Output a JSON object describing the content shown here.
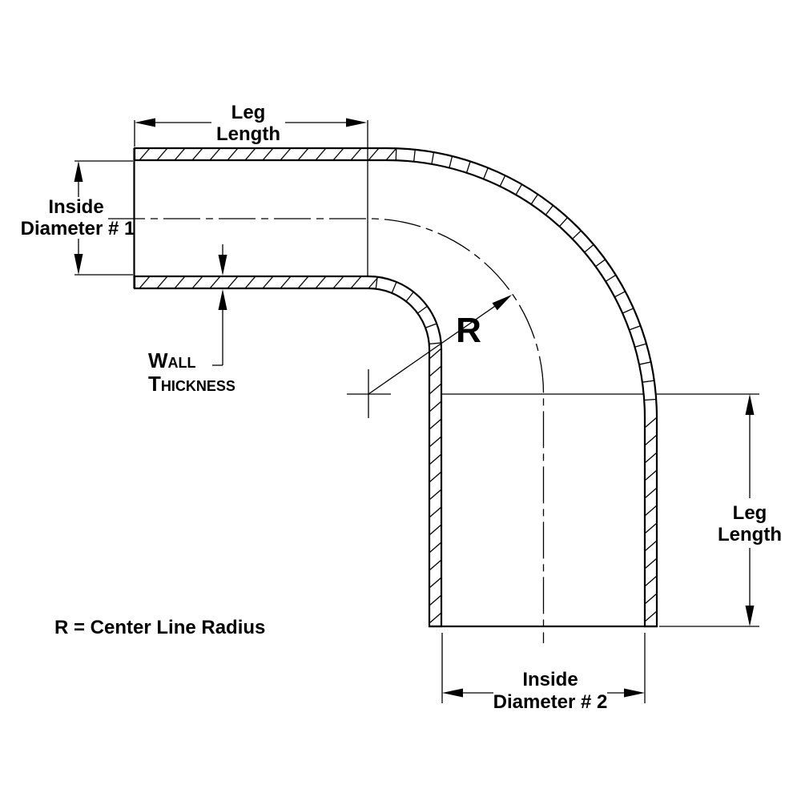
{
  "colors": {
    "ink": "#000000",
    "paper": "#ffffff"
  },
  "dimensions": {
    "leg_length_top": {
      "label_line1": "Leg",
      "label_line2": "Length"
    },
    "inside_diameter_1": {
      "label_line1": "Inside",
      "label_line2": "Diameter # 1"
    },
    "wall_thickness": {
      "label_line1": "Wall",
      "label_line2": "Thickness"
    },
    "center_line_radius": {
      "label": "R"
    },
    "leg_length_right": {
      "label_line1": "Leg",
      "label_line2": "Length"
    },
    "inside_diameter_2": {
      "label_line1": "Inside",
      "label_line2": "Diameter # 2"
    }
  },
  "note": {
    "text": "R = Center Line Radius"
  }
}
